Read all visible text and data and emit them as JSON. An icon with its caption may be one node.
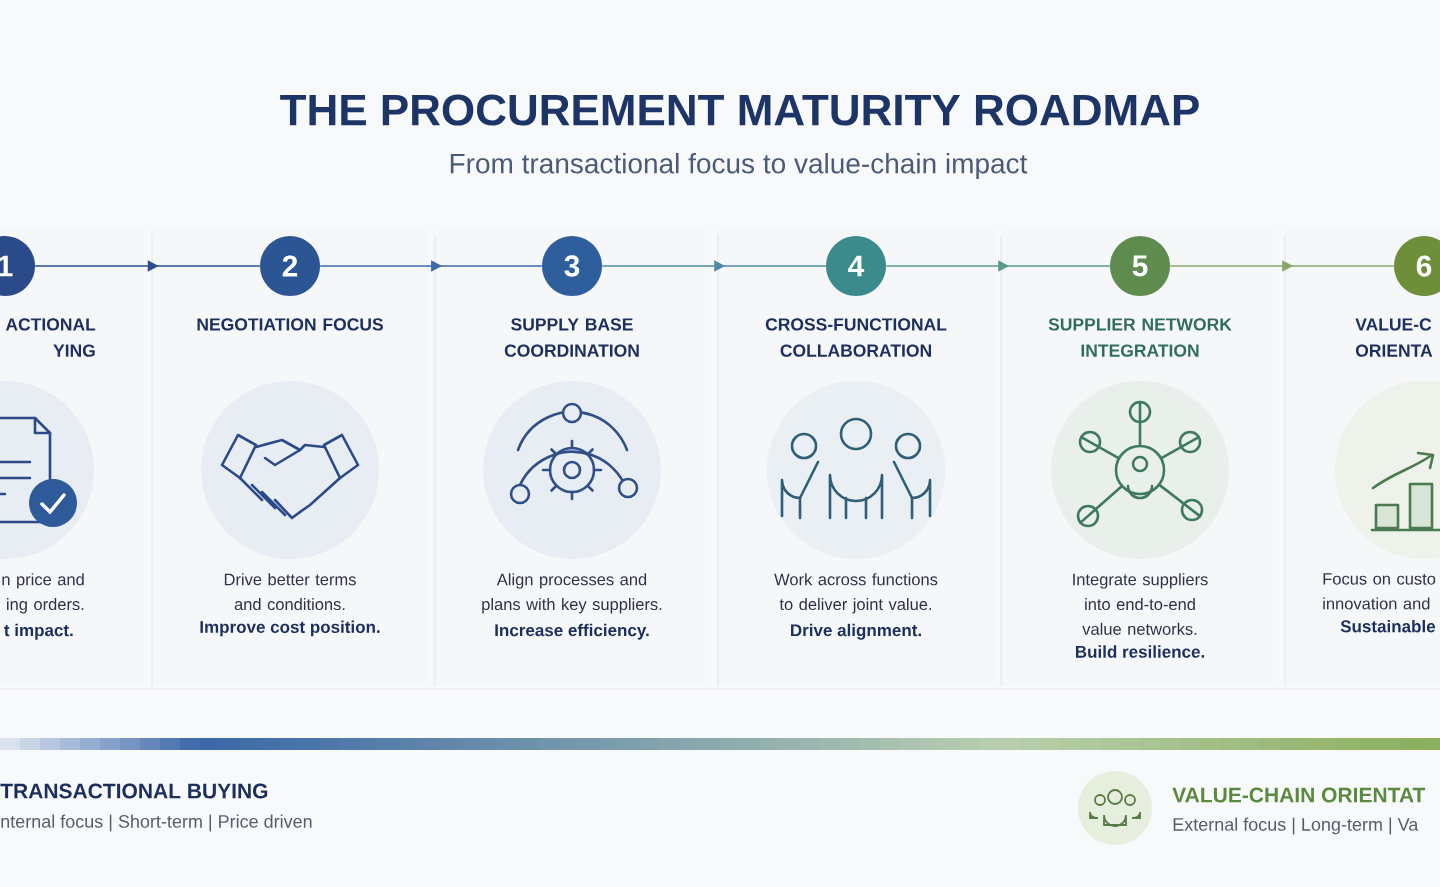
{
  "diagram": {
    "title": "THE PROCUREMENT MATURITY ROADMAP",
    "nodes": [
      {
        "text": [
          "ACTIONAL YING",
          "n price and ing orders.",
          "t impact."
        ]
      },
      {
        "text": [
          "NEGOTIATION FOCUS",
          "Drive better terms and conditions.",
          "Improve cost position."
        ]
      },
      {
        "text": [
          "SUPPLY BASE COORDINATION",
          "Align processes and plans with key suppliers.",
          "Increase efficiency."
        ]
      },
      {
        "text": [
          "CROSS-FUNCTIONAL COLLABORATION",
          "Work across functions to deliver joint value.",
          "Drive alignment."
        ]
      },
      {
        "text": [
          "SUPPLIER NETWORK INTEGRATION",
          "Integrate suppliers into end-to-end value networks.",
          "Build resilience."
        ]
      },
      {
        "text": [
          "VALUE-C ORIENTA",
          "Focus on custo innovation and",
          "Sustainable"
        ]
      },
      {
        "text": [
          "1"
        ]
      },
      {
        "text": [
          "2"
        ]
      },
      {
        "text": [
          "3"
        ]
      },
      {
        "text": [
          "4"
        ]
      },
      {
        "text": [
          "5"
        ]
      },
      {
        "text": [
          "6"
        ]
      }
    ],
    "edges": [
      {
        "from": 6,
        "to": 7,
        "arrow": "to",
        "color": "#2d4f8c"
      },
      {
        "from": 7,
        "to": 8,
        "arrow": "to",
        "color": "#3b6aa6"
      },
      {
        "from": 8,
        "to": 9,
        "arrow": "to",
        "color": "#4d8aa8"
      },
      {
        "from": 9,
        "to": 10,
        "arrow": "to",
        "color": "#5a9a8e"
      },
      {
        "from": 10,
        "to": 11,
        "arrow": "to",
        "color": "#86a868"
      }
    ],
    "labels": [
      "From transactional focus to value-chain impact",
      "TRANSACTIONAL BUYING",
      "nternal focus | Short-term | Price driven",
      "VALUE-CHAIN ORIENTAT",
      "External focus | Long-term | Va"
    ]
  }
}
